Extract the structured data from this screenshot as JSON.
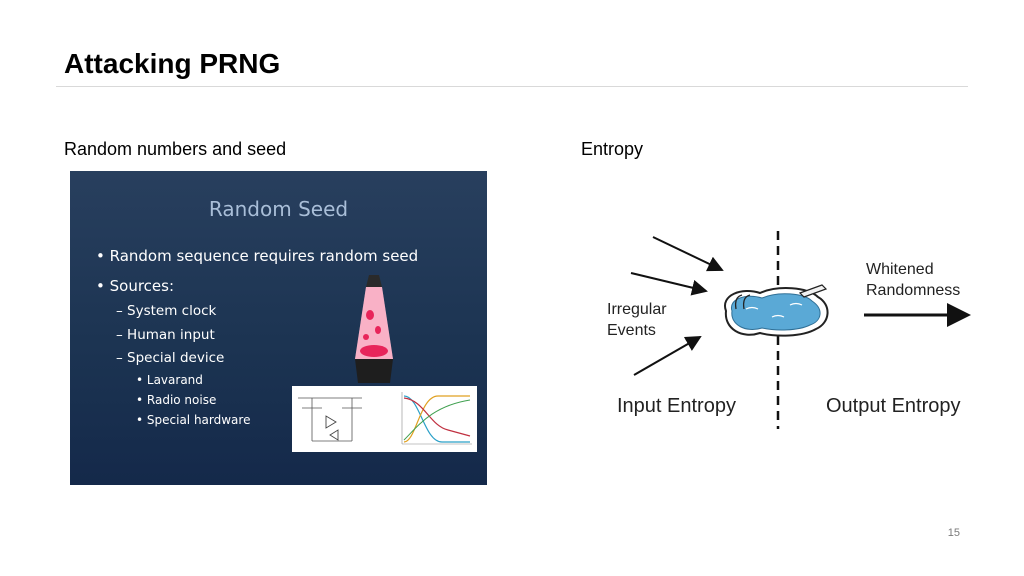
{
  "slide": {
    "title": "Attacking PRNG",
    "page_number": "15"
  },
  "left_column": {
    "heading": "Random numbers and seed",
    "inner_slide": {
      "title": "Random Seed",
      "bullets": [
        {
          "level": 1,
          "text": "• Random sequence requires random seed"
        },
        {
          "level": 1,
          "text": "• Sources:"
        },
        {
          "level": 2,
          "text": "– System clock"
        },
        {
          "level": 2,
          "text": "– Human input"
        },
        {
          "level": 2,
          "text": "– Special device"
        },
        {
          "level": 3,
          "text": "• Lavarand"
        },
        {
          "level": 3,
          "text": "• Radio noise"
        },
        {
          "level": 3,
          "text": "• Special hardware"
        }
      ]
    }
  },
  "right_column": {
    "heading": "Entropy",
    "diagram": {
      "irregular_label_line1": "Irregular",
      "irregular_label_line2": "Events",
      "whitened_label_line1": "Whitened",
      "whitened_label_line2": "Randomness",
      "input_label": "Input Entropy",
      "output_label": "Output Entropy"
    }
  },
  "colors": {
    "inner_slide_background": "#1c3452",
    "inner_slide_title": "#a9bed8",
    "pool_water": "#5aa9d6",
    "lava_blob": "#e8245a"
  }
}
